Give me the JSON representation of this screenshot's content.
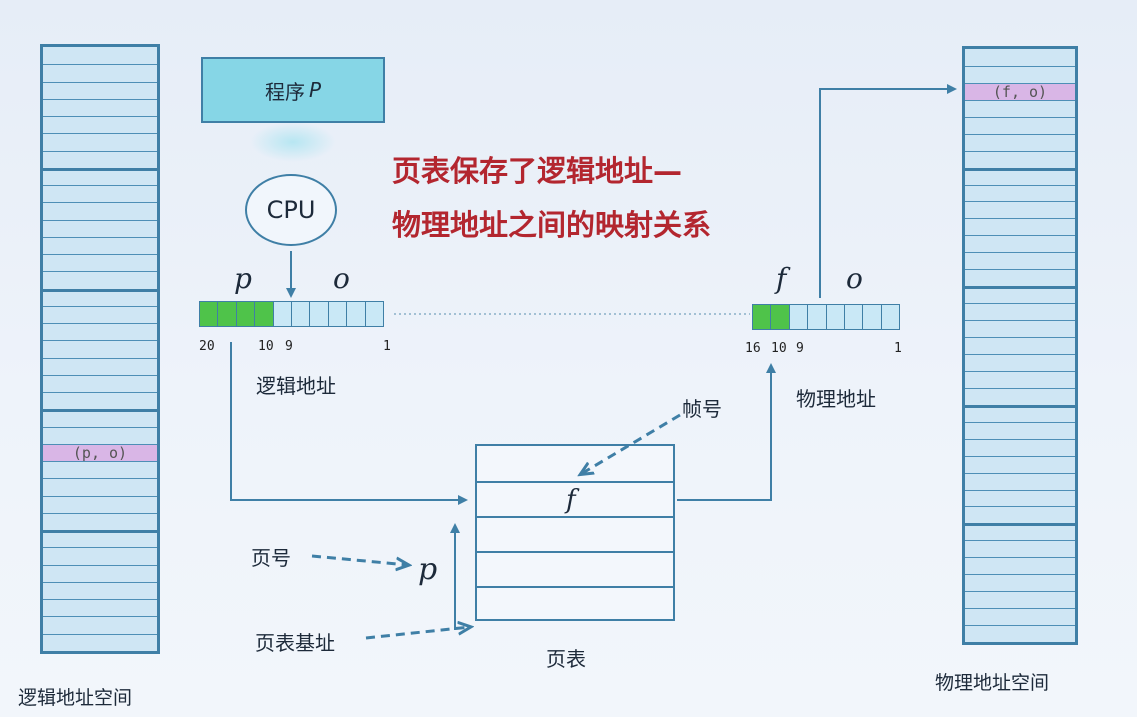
{
  "program": {
    "label": "程序",
    "var": "P"
  },
  "cpu": {
    "label": "CPU"
  },
  "heading": {
    "line1": "页表保存了逻辑地址—",
    "line2": "物理地址之间的映射关系"
  },
  "logical_address": {
    "page_symbol": "p",
    "offset_symbol": "o",
    "label": "逻辑地址",
    "ticks": [
      "20",
      "10",
      "9",
      "1"
    ],
    "green_bits": 4,
    "blue_bits": 6
  },
  "physical_address": {
    "frame_symbol": "f",
    "offset_symbol": "o",
    "label": "物理地址",
    "ticks": [
      "16",
      "10",
      "9",
      "1"
    ],
    "green_bits": 2,
    "blue_bits": 6
  },
  "page_table": {
    "label": "页表",
    "frame_entry": "f",
    "index_symbol": "p"
  },
  "annotations": {
    "frame_number": "帧号",
    "page_number": "页号",
    "page_table_base": "页表基址"
  },
  "logical_space": {
    "label": "逻辑地址空间",
    "entry": "(p, o)"
  },
  "physical_space": {
    "label": "物理地址空间",
    "entry": "(f, o)"
  },
  "colors": {
    "accent_blue": "#3f7fa6",
    "green": "#4fc34a",
    "red_text": "#b3262f",
    "highlight": "#d9b6e6"
  }
}
